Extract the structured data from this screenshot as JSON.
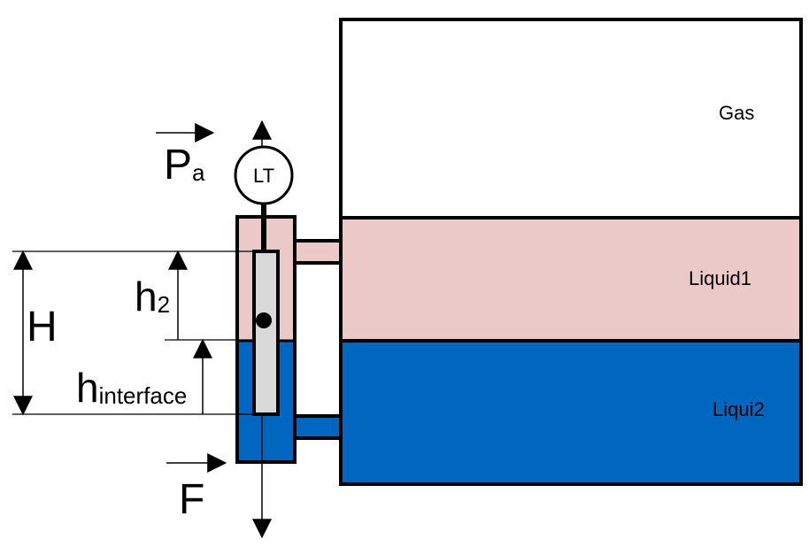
{
  "labels": {
    "gas": "Gas",
    "liquid1": "Liquid1",
    "liquid2": "Liqui2",
    "transmitter": "LT",
    "pressure_main": "P",
    "pressure_sub": "a",
    "total_height": "H",
    "h2_main": "h",
    "h2_sub": "2",
    "hint_main": "h",
    "hint_sub": "interface",
    "force": "F"
  },
  "colors": {
    "gas": "#ffffff",
    "liquid1": "#ecc9c9",
    "liquid2": "#0066c0",
    "float": "#d9d9d9",
    "outline": "#000000"
  },
  "icons": {
    "float_marker": "filled-dot",
    "arrows": "arrow-right"
  }
}
